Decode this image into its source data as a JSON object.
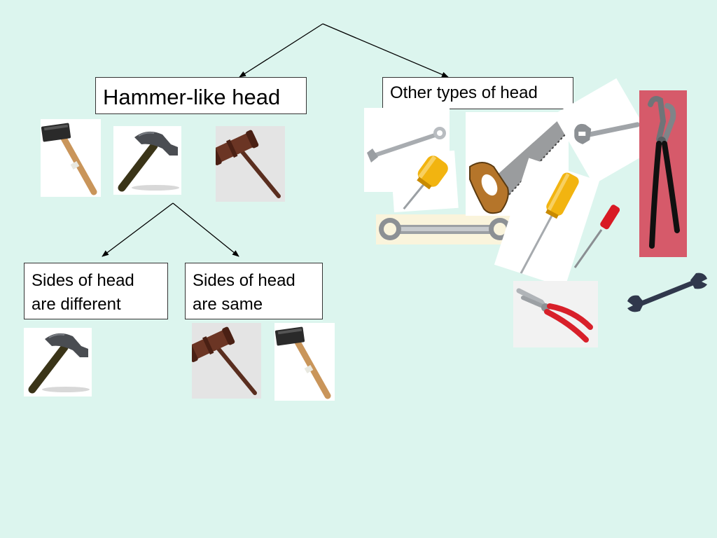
{
  "diagram": {
    "title_left": "Hammer-like head",
    "title_right": "Other types of head",
    "sub_left": "Sides of head are different",
    "sub_right": "Sides of head are same"
  },
  "tools": {
    "sledge": "sledgehammer-icon",
    "claw": "claw-hammer-icon",
    "gavel": "gavel-icon",
    "wrench": "combination-wrench-icon",
    "screwdriver": "screwdriver-icon",
    "saw": "hand-saw-icon",
    "adjustable": "adjustable-wrench-icon",
    "pliers": "pliers-icon",
    "tongue_groove": "tongue-and-groove-pliers-icon",
    "open_wrench": "open-end-wrench-icon"
  },
  "colors": {
    "background": "#dcf5ee",
    "handle_wood": "#c9955a",
    "gavel_wood": "#5a2e1f",
    "screwdriver_yellow": "#f2b410",
    "pliers_red": "#d8202a"
  }
}
